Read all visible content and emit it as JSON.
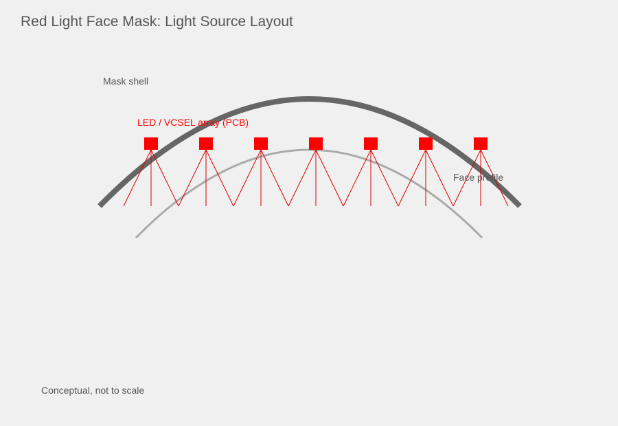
{
  "title": "Red Light Face Mask: Light Source Layout",
  "labels": {
    "mask_shell": "Mask shell",
    "led_array": "LED / VCSEL array (PCB)",
    "face_profile": "Face profile",
    "note": "Conceptual, not to scale"
  },
  "colors": {
    "background": "#f0f0f0",
    "title": "#555555",
    "text": "#555555",
    "shell": "#666666",
    "face": "#aaaaaa",
    "led": "#ff0000",
    "beam": "#dd0000"
  },
  "led_count": 7
}
